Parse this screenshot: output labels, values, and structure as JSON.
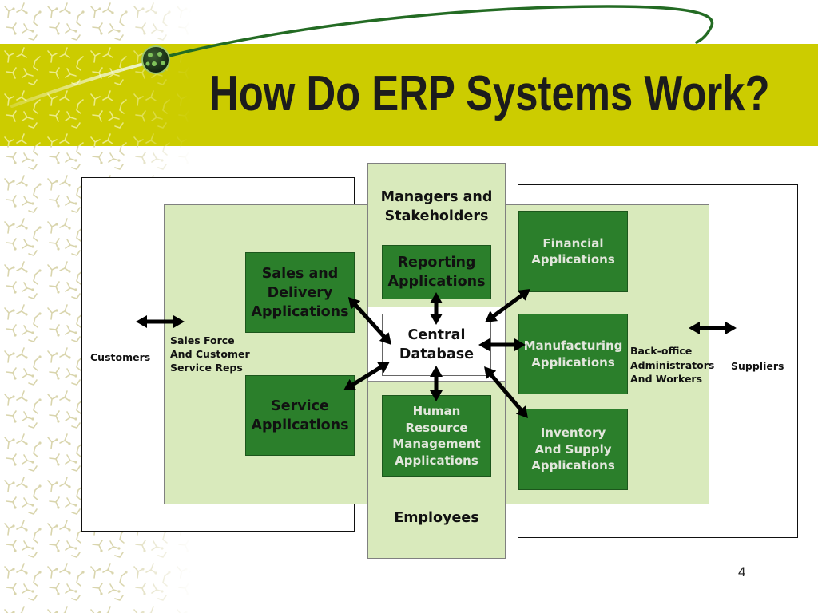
{
  "slide": {
    "title": "How Do ERP Systems Work?",
    "page_number": "4"
  },
  "colors": {
    "title_band": "#cccc00",
    "panel_fill": "#d9eabc",
    "module_fill": "#2b7f2b",
    "swoosh": "#236b23"
  },
  "diagram": {
    "customers": "Customers",
    "sales_force": [
      "Sales Force",
      "And Customer",
      "Service Reps"
    ],
    "back_office": [
      "Back-office",
      "Administrators",
      "And Workers"
    ],
    "suppliers": "Suppliers",
    "managers": [
      "Managers and",
      "Stakeholders"
    ],
    "employees": "Employees",
    "central_database": [
      "Central",
      "Database"
    ],
    "modules": {
      "sales_delivery": [
        "Sales and",
        "Delivery",
        "Applications"
      ],
      "service": [
        "Service",
        "Applications"
      ],
      "reporting": [
        "Reporting",
        "Applications"
      ],
      "human_resource": [
        "Human",
        "Resource",
        "Management",
        "Applications"
      ],
      "financial": [
        "Financial",
        "Applications"
      ],
      "manufacturing": [
        "Manufacturing",
        "Applications"
      ],
      "inventory_supply": [
        "Inventory",
        "And Supply",
        "Applications"
      ]
    }
  }
}
